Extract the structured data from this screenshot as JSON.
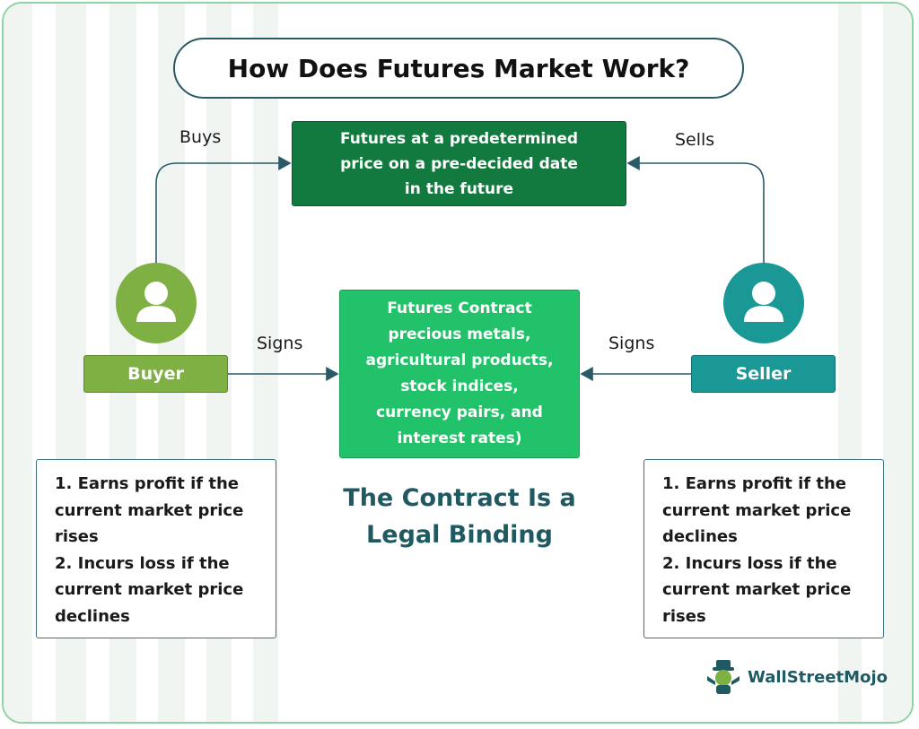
{
  "title": "How Does Futures Market Work?",
  "top_box": {
    "lines": [
      "Futures at a predetermined",
      "price on a pre-decided date",
      "in the future"
    ]
  },
  "center_box": {
    "lines": [
      "Futures Contract",
      "precious metals,",
      "agricultural products,",
      "stock indices,",
      "currency pairs, and",
      "interest rates)"
    ]
  },
  "labels": {
    "buys": "Buys",
    "sells": "Sells",
    "signs_left": "Signs",
    "signs_right": "Signs"
  },
  "buyer": {
    "label": "Buyer",
    "color": "#7fb044",
    "icon": "user-icon",
    "points": [
      "1. Earns profit if the",
      "current market price",
      "rises",
      "2. Incurs loss if the",
      "current market price",
      "declines"
    ]
  },
  "seller": {
    "label": "Seller",
    "color": "#1a9896",
    "icon": "user-icon",
    "points": [
      "1. Earns profit if the",
      "current market price",
      "declines",
      "2. Incurs loss if the",
      "current market price",
      "rises"
    ]
  },
  "legal_text": [
    "The Contract Is a",
    "Legal Binding"
  ],
  "brand": {
    "name": "WallStreetMojo",
    "icon": "mascot-logo-icon"
  },
  "colors": {
    "top_box": "#127a3e",
    "center_box": "#22c26a",
    "connector": "#2a5a66",
    "legal_text": "#1f5a62"
  }
}
